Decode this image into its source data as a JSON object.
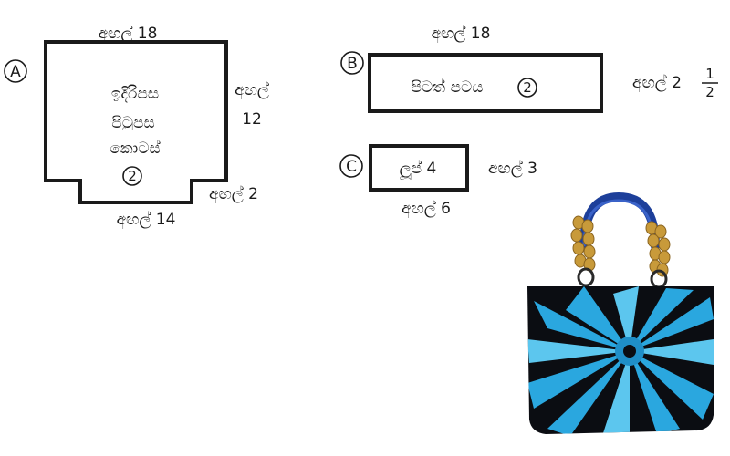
{
  "piece_a": {
    "id": "A",
    "top_label": "අඟල් 18",
    "right_label": "අඟල්",
    "right_value": "12",
    "notch_label": "අඟල් 2",
    "bottom_label": "අඟල් 14",
    "name_line1": "ඉදිරිපස",
    "name_line2": "පිටුපස",
    "name_line3": "කොටස්",
    "count": "2"
  },
  "piece_b": {
    "id": "B",
    "top_label": "අඟල් 18",
    "name": "පිටත් පටය",
    "count": "2",
    "right_label": "අඟල් 2",
    "fraction_num": "1",
    "fraction_den": "2"
  },
  "piece_c": {
    "id": "C",
    "name": "ලූප් 4",
    "right_label": "අඟල් 3",
    "bottom_label": "අඟල් 6"
  },
  "colors": {
    "bag_body": "#0b0d12",
    "flower": "#2aa7df",
    "flower_light": "#5cc6ee",
    "handle": "#1d3f9a",
    "bead": "#c89a3a"
  }
}
